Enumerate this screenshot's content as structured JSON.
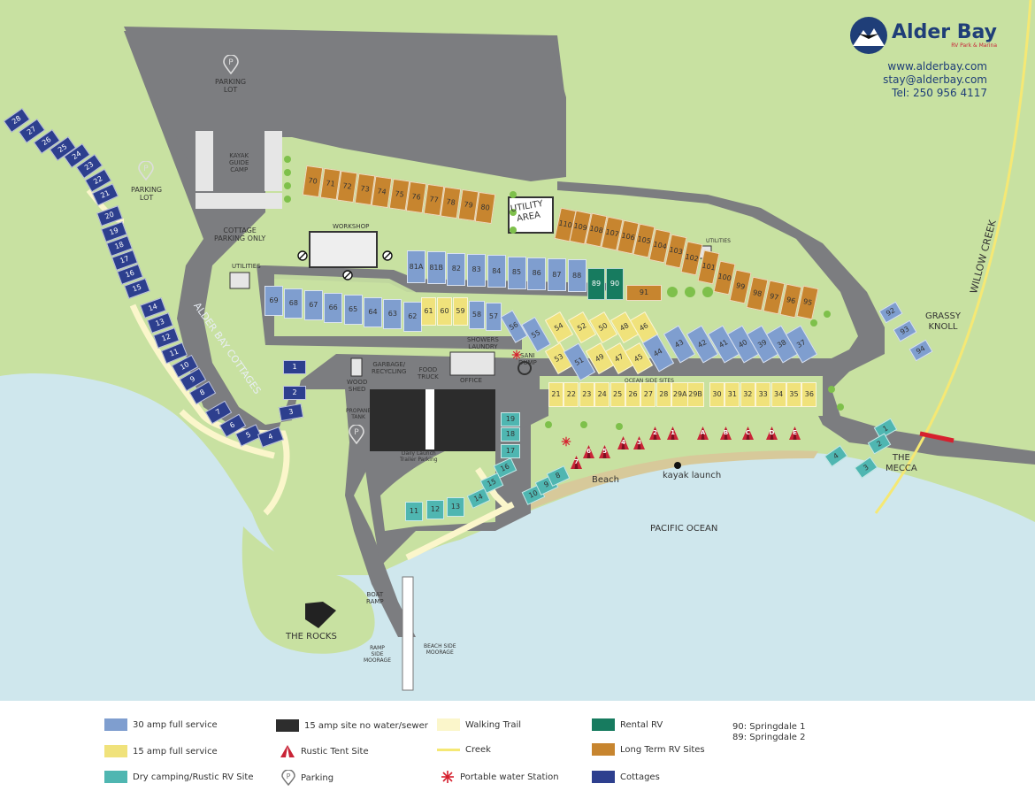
{
  "brand": {
    "name": "Alder Bay",
    "tagline": "RV Park & Marina"
  },
  "contact": {
    "web": "www.alderbay.com",
    "email": "stay@alderbay.com",
    "phone": "Tel: 250 956 4117"
  },
  "colors": {
    "amp30": "#7f9ecf",
    "amp15": "#f0e27b",
    "dry": "#4fb6b1",
    "nowater": "#2d2d2d",
    "rental": "#177b5f",
    "longterm": "#c7852f",
    "cottage": "#2d3f8e",
    "tent": "#c92437",
    "trail": "#fbf6cb",
    "creek": "#f5e874",
    "water": "#cfe7ed",
    "land": "#c8e1a1",
    "road": "#7c7d80"
  },
  "areas": {
    "parking_lot_top": "PARKING\nLOT",
    "parking_lot_left": "PARKING\nLOT",
    "kayak_camp": "KAYAK\nGUIDE\nCAMP",
    "cottage_parking": "COTTAGE\nPARKING ONLY",
    "workshop": "WORKSHOP",
    "utilities_left": "UTILITIES",
    "utilities_right": "UTILITIES",
    "utility_area": "UTILITY\nAREA",
    "alder_bay_cottages": "ALDER BAY COTTAGES",
    "garbage": "GARBAGE/\nRECYCLING",
    "wood_shed": "WOOD\nSHED",
    "propane": "PROPANE\nTANK",
    "food_truck": "FOOD\nTRUCK",
    "showers": "SHOWERS\nLAUNDRY",
    "office": "OFFICE",
    "sani_dump": "SANI\nDUMP",
    "ocean_side_sites": "OCEAN SIDE SITES",
    "launch_parking": "Daily Launch\nTrailer Parking",
    "beach": "Beach",
    "kayak_launch": "kayak launch",
    "pacific_ocean": "PACIFIC OCEAN",
    "boat_ramp": "BOAT\nRAMP",
    "the_rocks": "THE ROCKS",
    "ramp_moorage": "RAMP\nSIDE\nMOORAGE",
    "beach_moorage": "BEACH SIDE\nMOORAGE",
    "grassy_knoll": "GRASSY\nKNOLL",
    "the_mecca": "THE\nMECCA",
    "willow_creek": "WILLOW CREEK"
  },
  "sites": {
    "cottages": [
      "28",
      "27",
      "26",
      "25",
      "24",
      "23",
      "22",
      "21",
      "20",
      "19",
      "18",
      "17",
      "16",
      "15",
      "14",
      "13",
      "12",
      "11",
      "10",
      "9",
      "8",
      "7",
      "6",
      "5",
      "4",
      "1",
      "2",
      "3"
    ],
    "longterm_upper": [
      "70",
      "71",
      "72",
      "73",
      "74",
      "75",
      "76",
      "77",
      "78",
      "79",
      "80"
    ],
    "longterm_right": [
      "110",
      "109",
      "108",
      "107",
      "106",
      "105",
      "104",
      "103",
      "102",
      "101",
      "100",
      "99",
      "98",
      "97",
      "96",
      "95"
    ],
    "longterm_91": "91",
    "row_81": [
      "81A",
      "81B",
      "82",
      "83",
      "84",
      "85",
      "86",
      "87",
      "88"
    ],
    "rental": [
      "89",
      "90"
    ],
    "row_69": [
      "69",
      "68",
      "67",
      "66",
      "65",
      "64",
      "63",
      "62"
    ],
    "row_61_15": [
      "61",
      "60",
      "59"
    ],
    "row_58_30": [
      "58",
      "57",
      "56",
      "55"
    ],
    "angled_15": [
      "54",
      "52",
      "50",
      "48",
      "46",
      "53",
      "49",
      "47",
      "45"
    ],
    "angled_30": [
      "51",
      "44",
      "43",
      "42",
      "41",
      "40",
      "39",
      "38",
      "37"
    ],
    "ocean_side": [
      "21",
      "22",
      "23",
      "24",
      "25",
      "26",
      "27",
      "28",
      "29A",
      "29B",
      "30",
      "31",
      "32",
      "33",
      "34",
      "35",
      "36"
    ],
    "dry": [
      "19",
      "18",
      "17",
      "16",
      "15",
      "14",
      "13",
      "12",
      "11",
      "10",
      "9",
      "8"
    ],
    "tents": [
      "7",
      "6",
      "5",
      "4",
      "3",
      "2",
      "1",
      "A",
      "B",
      "C",
      "D",
      "E"
    ],
    "grassy": [
      "92",
      "93",
      "94"
    ],
    "mecca": [
      "1",
      "2",
      "4",
      "3"
    ]
  },
  "legend": {
    "amp30": "30 amp full service",
    "amp15": "15 amp full service",
    "dry": "Dry camping/Rustic RV Site",
    "nowater": "15 amp site no water/sewer",
    "tent": "Rustic Tent Site",
    "parking": "Parking",
    "trail": "Walking Trail",
    "creek": "Creek",
    "water_station": "Portable water Station",
    "rental": "Rental RV",
    "longterm": "Long Term RV Sites",
    "cottages": "Cottages",
    "springdale_90": "90: Springdale  1",
    "springdale_89": "89: Springdale  2"
  }
}
